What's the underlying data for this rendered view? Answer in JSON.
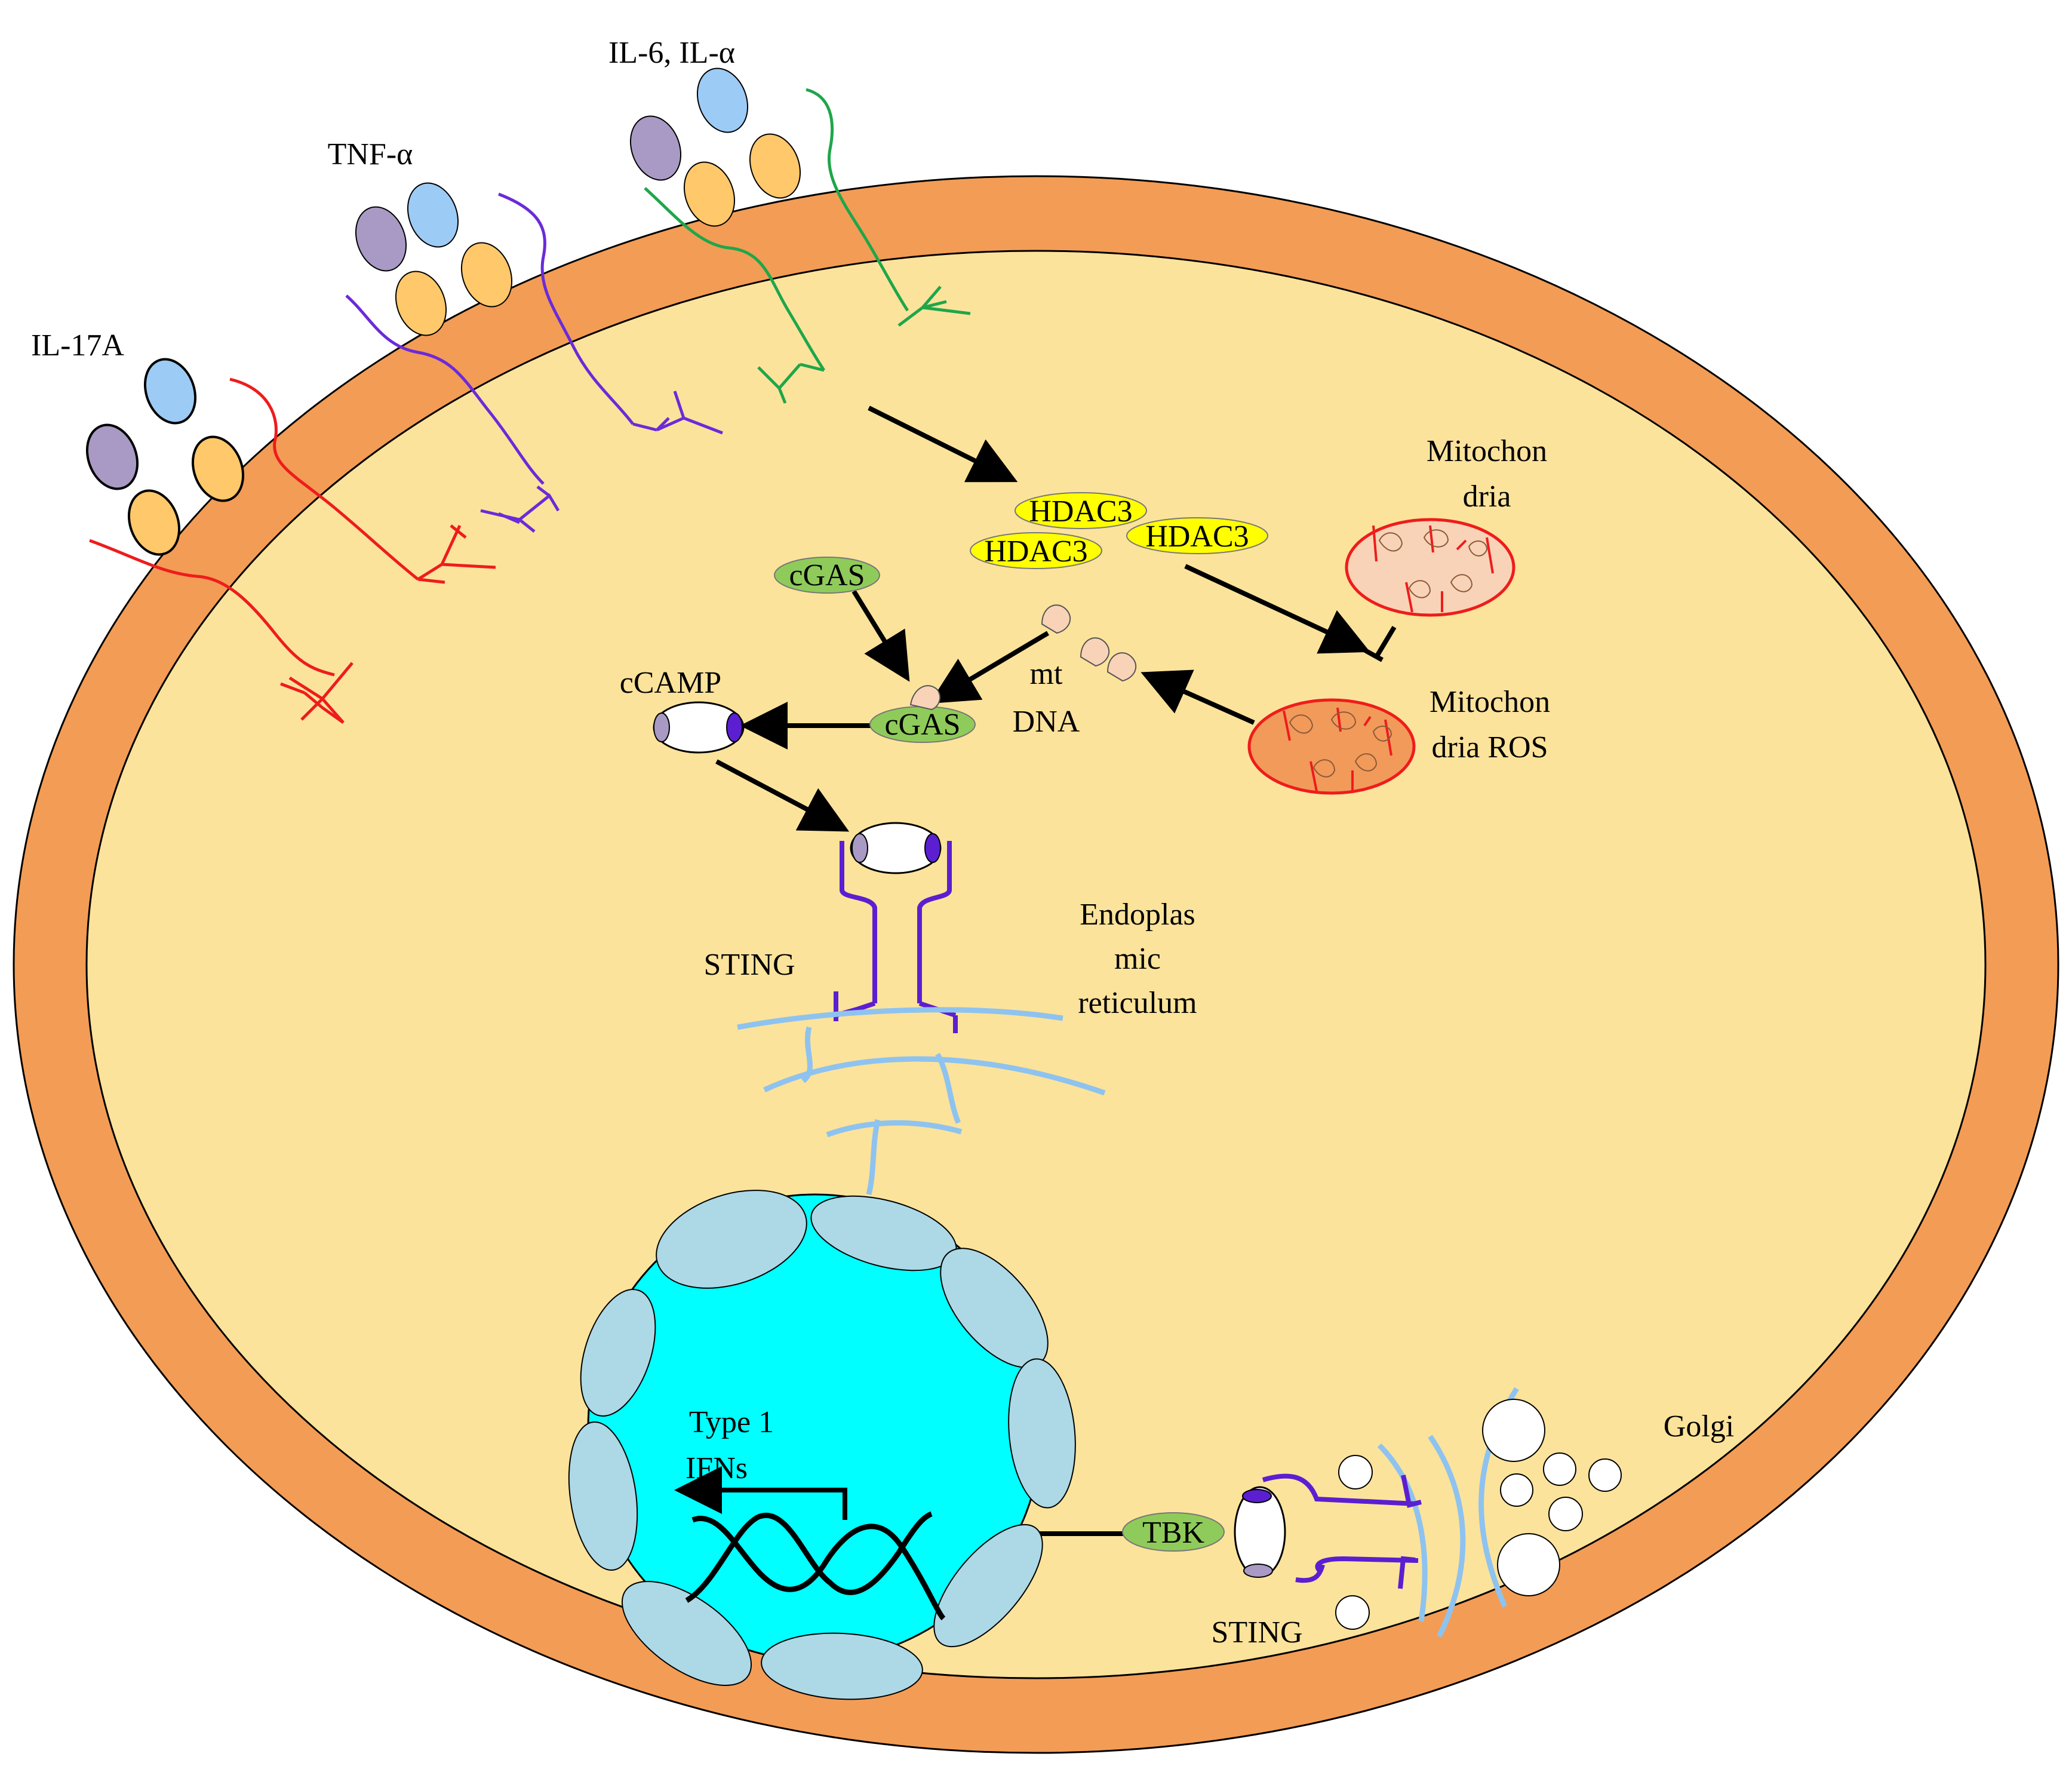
{
  "cytokines": {
    "il17a": "IL-17A",
    "tnf": "TNF-α",
    "il6": "IL-6, IL-α"
  },
  "molecules": {
    "hdac3": [
      "HDAC3",
      "HDAC3",
      "HDAC3"
    ],
    "cgas_top": "cGAS",
    "cgas_bottom": "cGAS",
    "ccamp": "cCAMP",
    "mt_dna_line1": "mt",
    "mt_dna_line2": "DNA",
    "tbk": "TBK"
  },
  "organelles": {
    "mito_line1": "Mitochon",
    "mito_line2": "dria",
    "mito_ros_line1": "Mitochon",
    "mito_ros_line2": "dria ROS",
    "sting_er": "STING",
    "er_line1": "Endoplas",
    "er_line2": "mic",
    "er_line3": "reticulum",
    "golgi": "Golgi",
    "sting_golgi": "STING",
    "ifn_line1": "Type 1",
    "ifn_line2": "IFNs"
  },
  "colors": {
    "membrane": "#F39C55",
    "cytoplasm": "#FCE39B",
    "nucleus": "#00FFFF",
    "nuclear_pore": "#ADD8E6",
    "hdac": "#FFFF00",
    "cgas": "#8FCB5A",
    "il17_receptor": "#EE1C1C",
    "tnf_receptor": "#6A2BD9",
    "il6_receptor": "#1FA64A",
    "sting": "#5B1FD1",
    "er": "#8EC3F0",
    "mito": "#F9D3B7",
    "mito_ros": "#F29A5A",
    "cyto_purple": "#A89AC4",
    "cyto_blue": "#9CCBF5",
    "cyto_orange": "#FFC86B"
  }
}
